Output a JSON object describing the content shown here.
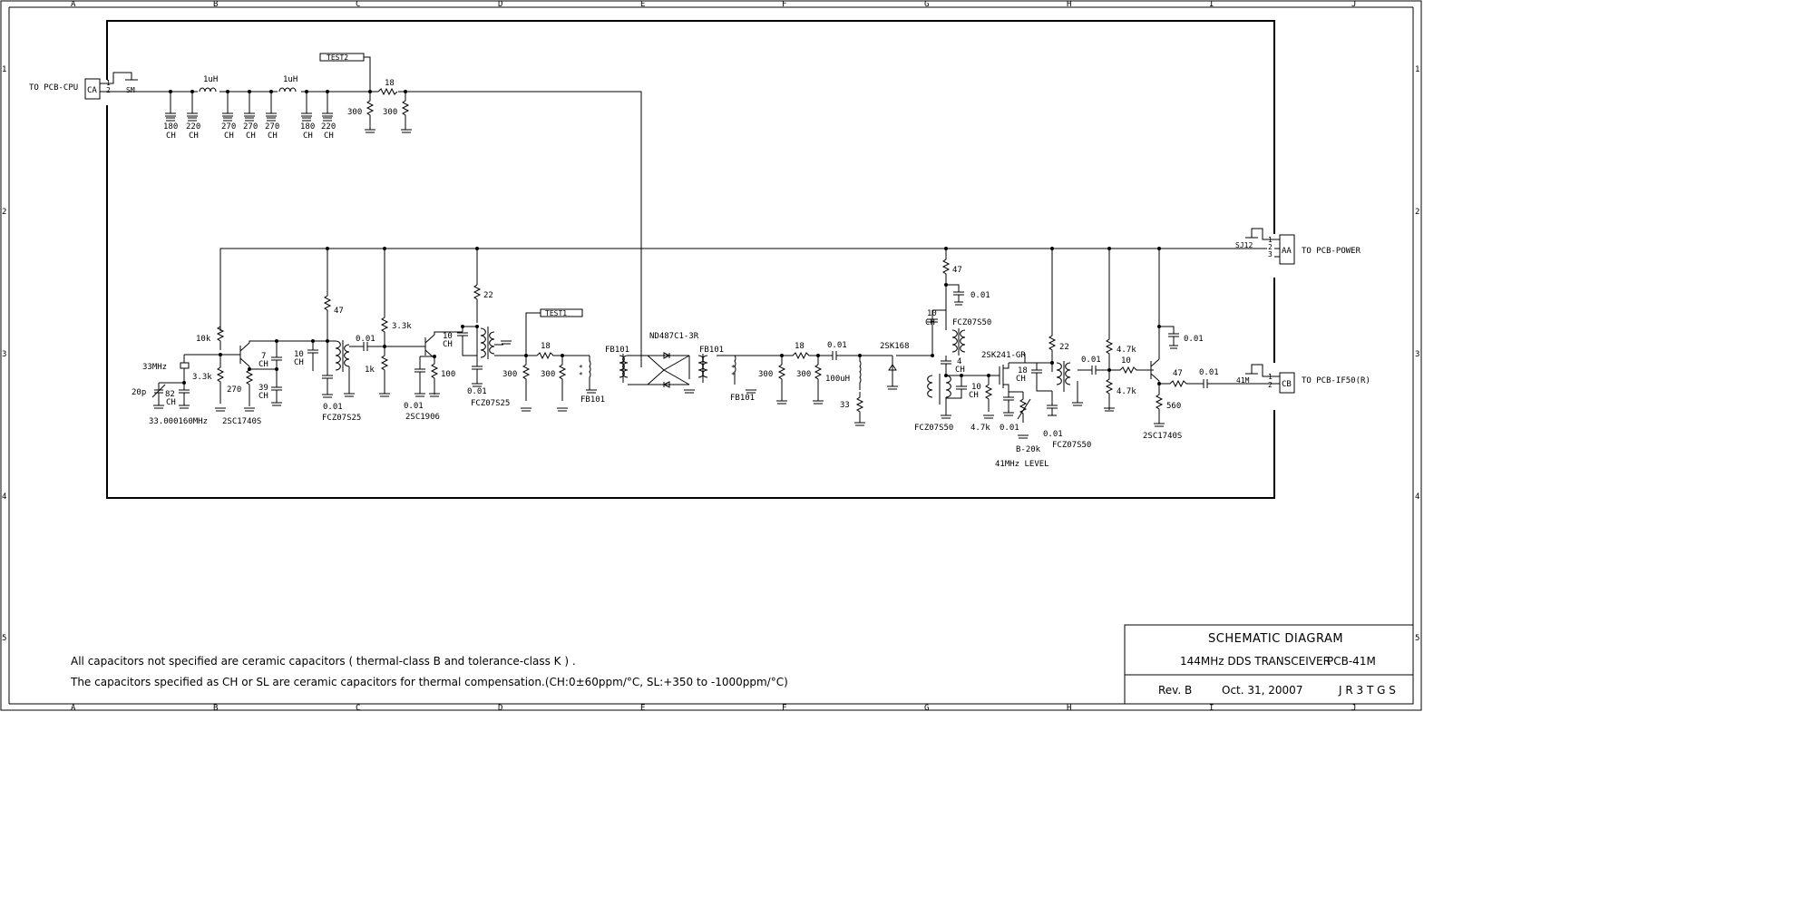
{
  "border": {
    "cols": [
      "A",
      "B",
      "C",
      "D",
      "E",
      "F",
      "G",
      "H",
      "I",
      "J"
    ],
    "rows": [
      "1",
      "2",
      "3",
      "4",
      "5"
    ]
  },
  "connectors": {
    "cpu": {
      "label": "TO PCB-CPU",
      "ref": "CA",
      "pins": [
        "1",
        "2"
      ],
      "jumper": "SM"
    },
    "power": {
      "label": "TO PCB-POWER",
      "ref": "AA",
      "pins": [
        "1",
        "2",
        "3"
      ],
      "jumper": "SJ12"
    },
    "if50": {
      "label": "TO PCB-IF50(R)",
      "ref": "CB",
      "pins": [
        "1",
        "2"
      ],
      "jumper": "41M"
    }
  },
  "tests": {
    "test1": "TEST1",
    "test2": "TEST2"
  },
  "top_filter": {
    "inductor1": "1uH",
    "inductor2": "1uH",
    "caps": [
      {
        "v": "180",
        "t": "CH"
      },
      {
        "v": "220",
        "t": "CH"
      },
      {
        "v": "270",
        "t": "CH"
      },
      {
        "v": "270",
        "t": "CH"
      },
      {
        "v": "270",
        "t": "CH"
      },
      {
        "v": "180",
        "t": "CH"
      },
      {
        "v": "220",
        "t": "CH"
      }
    ],
    "atten": {
      "series": "18",
      "shunt1": "300",
      "shunt2": "300"
    }
  },
  "osc": {
    "crystal": "33MHz",
    "freq": "33.000160MHz",
    "trimmer": "20p",
    "c82": "82",
    "c82t": "CH",
    "r10k": "10k",
    "r33k": "3.3k",
    "r270": "270",
    "c7": "7",
    "c7t": "CH",
    "c39": "39",
    "c39t": "CH",
    "c10": "10",
    "c10t": "CH",
    "r47": "47",
    "c001": "0.01",
    "coil": "FCZ07S25",
    "transistor": "2SC1740S"
  },
  "buffer": {
    "c001a": "0.01",
    "r33k": "3.3k",
    "r1k": "1k",
    "c001b": "0.01",
    "r100": "100",
    "transistor": "2SC1906",
    "r22": "22",
    "c10": "10",
    "c10t": "CH",
    "c001c": "0.01",
    "coil": "FCZ07S25"
  },
  "mixer": {
    "r18": "18",
    "r300a": "300",
    "r300b": "300",
    "fb_in_top": "FB101",
    "fb_in_bot": "FB101",
    "diode": "ND487C1-3R",
    "fb_out_top": "FB101",
    "fb_out_bot": "FB101"
  },
  "post_mixer": {
    "r300a": "300",
    "r18": "18",
    "r300b": "300",
    "c001": "0.01",
    "l100": "100uH",
    "r33": "33"
  },
  "if_amp": {
    "fet1": "2SK168",
    "r47": "47",
    "c001": "0.01",
    "c10": "10",
    "c10t": "CH",
    "coil1": "FCZ07S50",
    "c4": "4",
    "c4t": "CH",
    "c10b": "10",
    "c10bt": "CH",
    "coil2": "FCZ07S50",
    "fet2": "2SK241-GR",
    "c18": "18",
    "c18t": "CH",
    "r47k": "4.7k",
    "c001b": "0.01",
    "pot": "B-20k",
    "level": "41MHz LEVEL",
    "r22": "22",
    "c001c": "0.01",
    "coil3": "FCZ07S50"
  },
  "out_amp": {
    "c001a": "0.01",
    "r47ka": "4.7k",
    "r10": "10",
    "r47kb": "4.7k",
    "c001b": "0.01",
    "r47": "47",
    "c001c": "0.01",
    "r560": "560",
    "transistor": "2SC1740S"
  },
  "notes": {
    "line1": "All capacitors not specified are ceramic capacitors ( thermal-class B and tolerance-class K ) .",
    "line2": "The capacitors specified as CH or SL are ceramic capacitors for thermal compensation.(CH:0±60ppm/°C,  SL:+350 to -1000ppm/°C)"
  },
  "title_block": {
    "title": "SCHEMATIC DIAGRAM",
    "product": "144MHz DDS TRANSCEIVER",
    "board": "PCB-41M",
    "rev": "Rev. B",
    "date": "Oct. 31, 20007",
    "author": "J R 3 T G S"
  }
}
